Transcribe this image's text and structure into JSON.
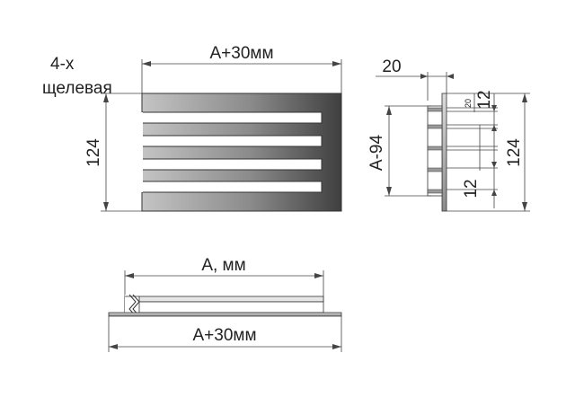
{
  "front_view": {
    "title_line1": "4-х",
    "title_line2": "щелевая",
    "width_label": "А+30мм",
    "height_label": "124",
    "slot_count": 4
  },
  "side_view": {
    "depth_label": "20",
    "small_label": "20",
    "top_label": "12",
    "bottom_label": "12",
    "inner_height_label": "А-94",
    "height_label": "124"
  },
  "bottom_view": {
    "inner_width_label": "А, мм",
    "outer_width_label": "А+30мм"
  },
  "colors": {
    "plate_light": "#b9b9b9",
    "plate_dark": "#4a4a4a",
    "line": "#333333"
  }
}
